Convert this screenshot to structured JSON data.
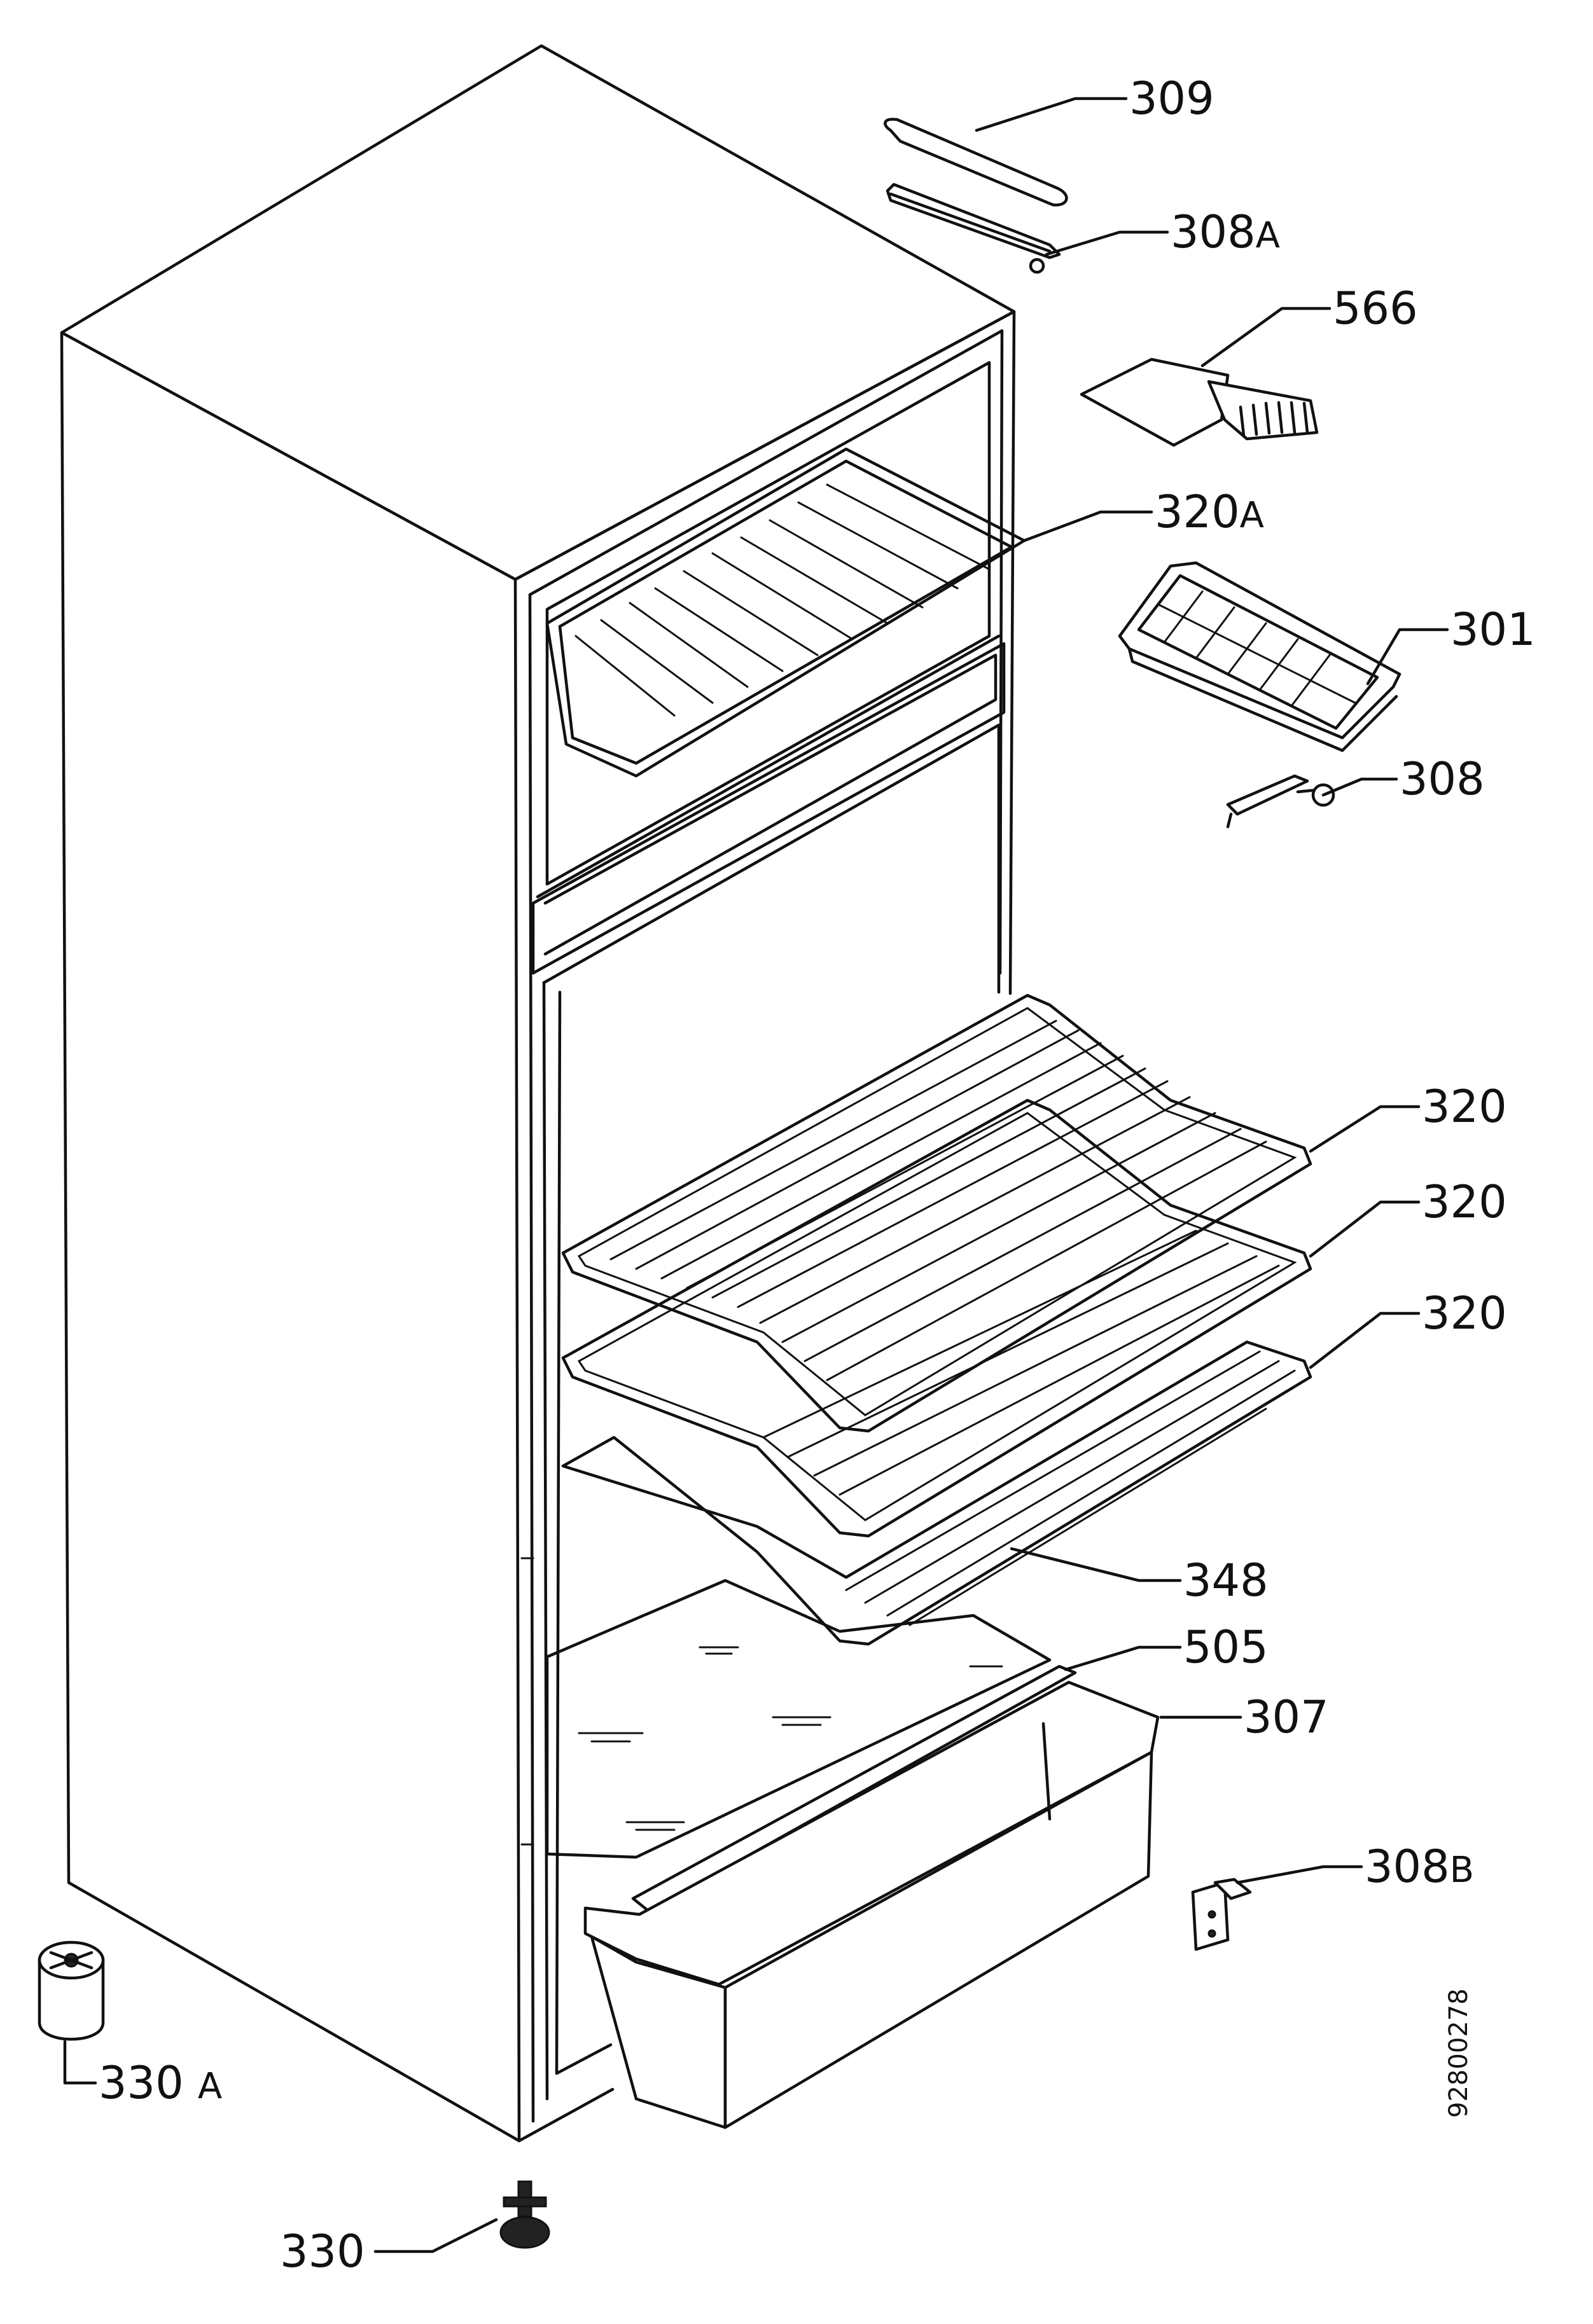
{
  "parts": [
    {
      "number": "309",
      "suffix": ""
    },
    {
      "number": "308",
      "suffix": "A"
    },
    {
      "number": "566",
      "suffix": ""
    },
    {
      "number": "320",
      "suffix": "A"
    },
    {
      "number": "301",
      "suffix": ""
    },
    {
      "number": "308",
      "suffix": ""
    },
    {
      "number": "320",
      "suffix": ""
    },
    {
      "number": "320",
      "suffix": ""
    },
    {
      "number": "320",
      "suffix": ""
    },
    {
      "number": "348",
      "suffix": ""
    },
    {
      "number": "505",
      "suffix": ""
    },
    {
      "number": "307",
      "suffix": ""
    },
    {
      "number": "308",
      "suffix": "B"
    },
    {
      "number": "330",
      "suffix": "A"
    },
    {
      "number": "330",
      "suffix": ""
    }
  ],
  "document_number": "92800278"
}
